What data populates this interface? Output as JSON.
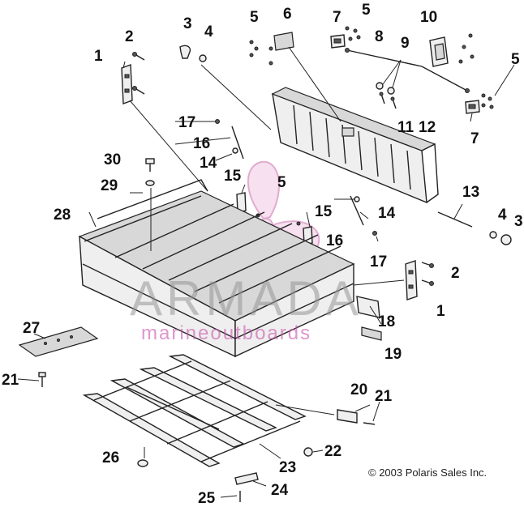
{
  "callouts": [
    {
      "id": "c1a",
      "text": "1"
    },
    {
      "id": "c1b",
      "text": "1"
    },
    {
      "id": "c2a",
      "text": "2"
    },
    {
      "id": "c2b",
      "text": "2"
    },
    {
      "id": "c3a",
      "text": "3"
    },
    {
      "id": "c3b",
      "text": "3"
    },
    {
      "id": "c4a",
      "text": "4"
    },
    {
      "id": "c4b",
      "text": "4"
    },
    {
      "id": "c5a",
      "text": "5"
    },
    {
      "id": "c5b",
      "text": "5"
    },
    {
      "id": "c5c",
      "text": "5"
    },
    {
      "id": "c5d",
      "text": "5"
    },
    {
      "id": "c6",
      "text": "6"
    },
    {
      "id": "c7a",
      "text": "7"
    },
    {
      "id": "c7b",
      "text": "7"
    },
    {
      "id": "c8",
      "text": "8"
    },
    {
      "id": "c9",
      "text": "9"
    },
    {
      "id": "c10",
      "text": "10"
    },
    {
      "id": "c11",
      "text": "11"
    },
    {
      "id": "c12",
      "text": "12"
    },
    {
      "id": "c13",
      "text": "13"
    },
    {
      "id": "c14a",
      "text": "14"
    },
    {
      "id": "c14b",
      "text": "14"
    },
    {
      "id": "c15a",
      "text": "15"
    },
    {
      "id": "c15b",
      "text": "15"
    },
    {
      "id": "c16a",
      "text": "16"
    },
    {
      "id": "c16b",
      "text": "16"
    },
    {
      "id": "c17a",
      "text": "17"
    },
    {
      "id": "c17b",
      "text": "17"
    },
    {
      "id": "c18",
      "text": "18"
    },
    {
      "id": "c19",
      "text": "19"
    },
    {
      "id": "c20",
      "text": "20"
    },
    {
      "id": "c21a",
      "text": "21"
    },
    {
      "id": "c21b",
      "text": "21"
    },
    {
      "id": "c22",
      "text": "22"
    },
    {
      "id": "c23",
      "text": "23"
    },
    {
      "id": "c24",
      "text": "24"
    },
    {
      "id": "c25",
      "text": "25"
    },
    {
      "id": "c26",
      "text": "26"
    },
    {
      "id": "c27",
      "text": "27"
    },
    {
      "id": "c28",
      "text": "28"
    },
    {
      "id": "c29",
      "text": "29"
    },
    {
      "id": "c30",
      "text": "30"
    }
  ],
  "copyright": "© 2003 Polaris Sales Inc.",
  "watermark": {
    "title": "ARMADA",
    "subtitle": "marineoutboards",
    "color": "#c86aa8"
  }
}
